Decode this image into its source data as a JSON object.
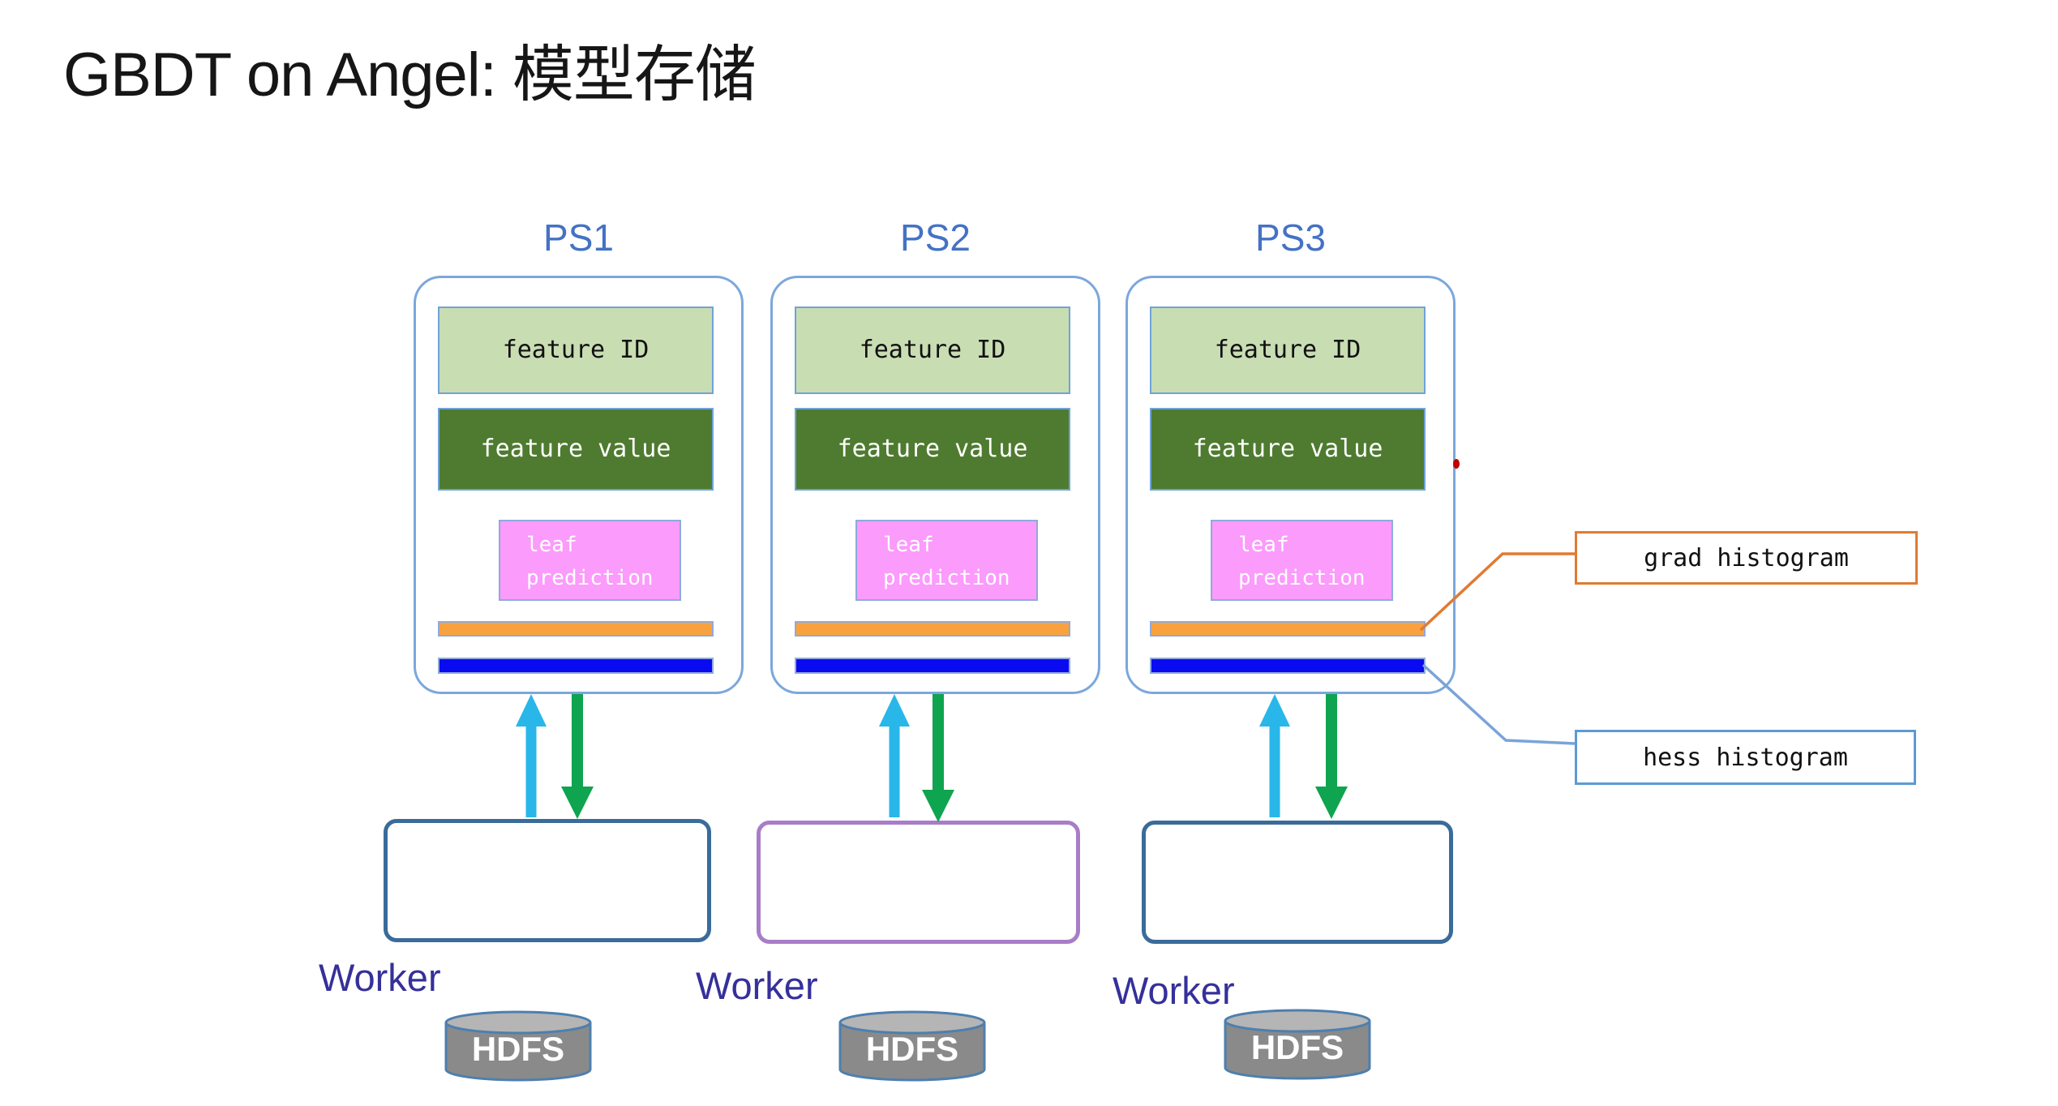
{
  "title": "GBDT on Angel: 模型存储",
  "parameter_servers": [
    {
      "label": "PS1",
      "feature_id": "feature ID",
      "feature_value": "feature value",
      "leaf_prediction": "leaf prediction"
    },
    {
      "label": "PS2",
      "feature_id": "feature ID",
      "feature_value": "feature value",
      "leaf_prediction": "leaf prediction"
    },
    {
      "label": "PS3",
      "feature_id": "feature ID",
      "feature_value": "feature value",
      "leaf_prediction": "leaf prediction"
    }
  ],
  "workers": [
    {
      "label": "Worker"
    },
    {
      "label": "Worker"
    },
    {
      "label": "Worker"
    }
  ],
  "hdfs": [
    {
      "label": "HDFS"
    },
    {
      "label": "HDFS"
    },
    {
      "label": "HDFS"
    }
  ],
  "callouts": {
    "grad_label": "grad histogram",
    "hess_label": "hess histogram"
  },
  "colors": {
    "ps_label": "#4472C4",
    "ps_border": "#7BA7DC",
    "feature_id_fill": "#C9DDB3",
    "feature_value_fill": "#4E7B2F",
    "leaf_prediction_fill": "#FB9BFB",
    "grad_histogram_bar": "#F9A23D",
    "hess_histogram_bar": "#0A0AF0",
    "upload_arrow": "#29B7EA",
    "download_arrow": "#0FA44F",
    "worker_border_1_3": "#3A6B9A",
    "worker_border_2": "#A87DC8",
    "worker_label": "#35309A",
    "hdfs_body": "#8A8A8A",
    "hdfs_top": "#B5B5B5",
    "grad_callout_border": "#E07B33",
    "hess_callout_border": "#5B9BD5"
  }
}
